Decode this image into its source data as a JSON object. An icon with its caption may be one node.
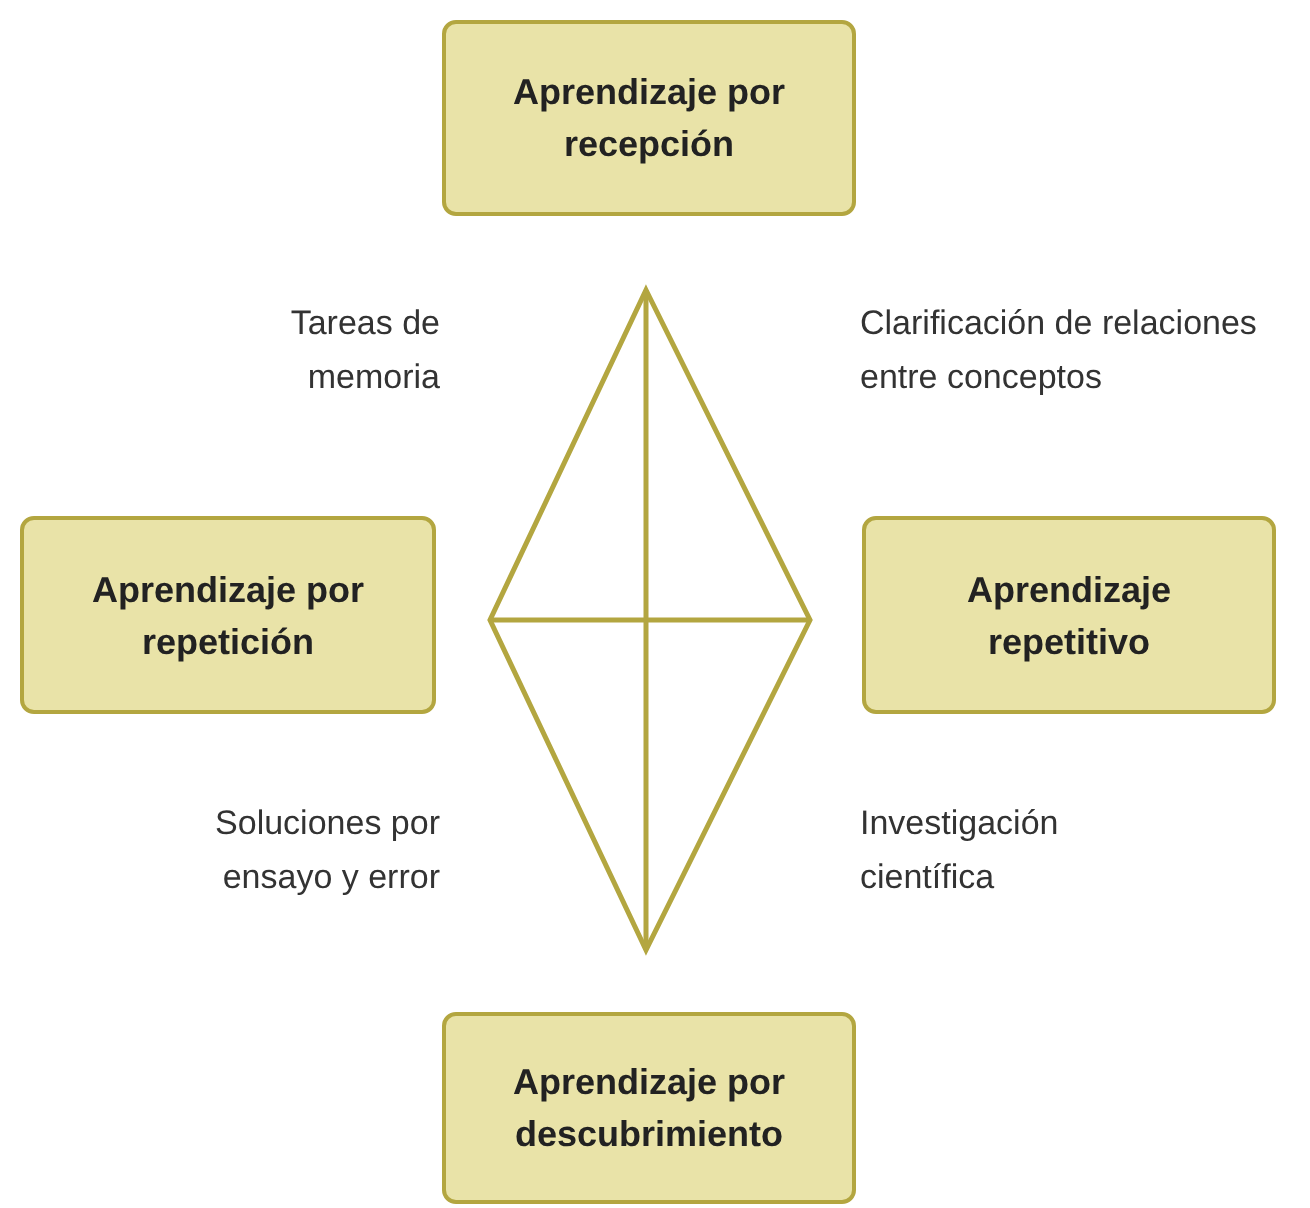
{
  "diagram": {
    "nodes": [
      {
        "text": [
          "Aprendizaje por recepción"
        ]
      },
      {
        "text": [
          "Aprendizaje por repetición"
        ]
      },
      {
        "text": [
          "Aprendizaje repetitivo"
        ]
      },
      {
        "text": [
          "Aprendizaje por descubrimiento"
        ]
      }
    ],
    "labels": [
      "Tareas de memoria",
      "Clarificación de relaciones entre conceptos",
      "Soluciones por ensayo y error",
      "Investigación científica"
    ]
  }
}
